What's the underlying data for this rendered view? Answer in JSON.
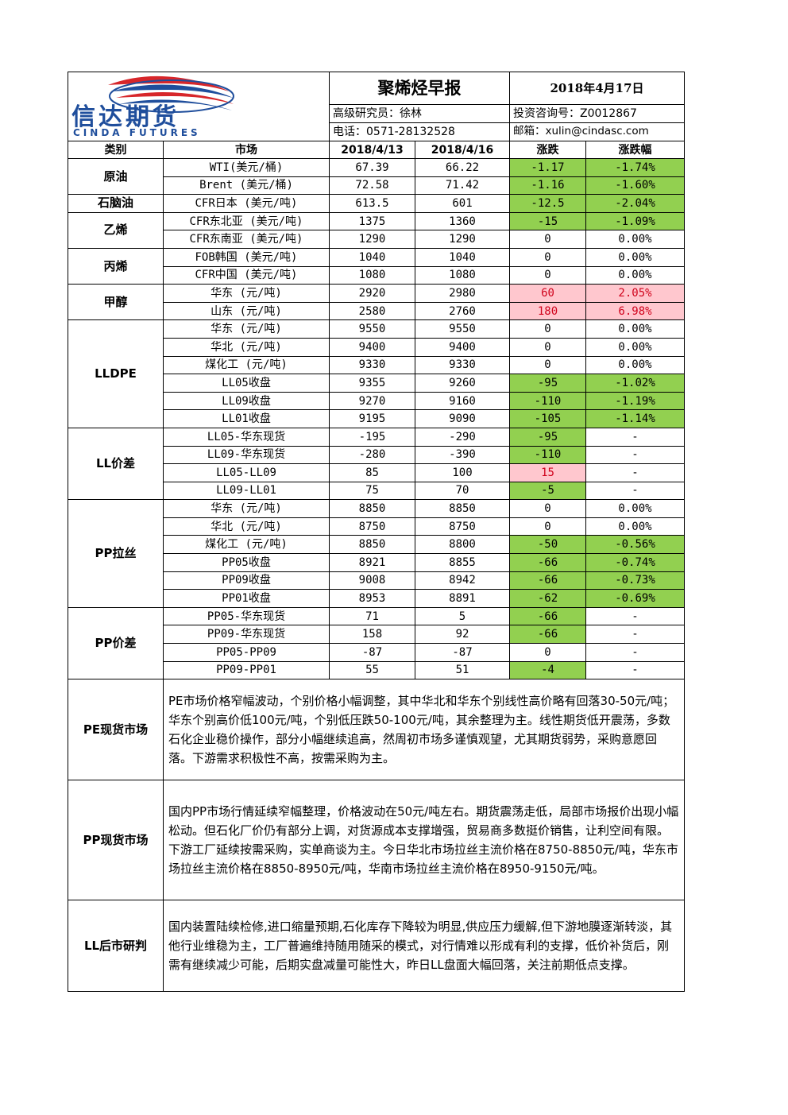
{
  "header": {
    "company_logo_cn": "信达期货",
    "company_logo_en": "CINDA FUTURES",
    "report_title": "聚烯烃早报",
    "report_date": "2018年4月17日",
    "analyst": "高级研究员：徐林",
    "license": "投资咨询号：Z0012867",
    "phone": "电话：0571-28132528",
    "email": "邮箱：xulin@cindasc.com"
  },
  "columns": {
    "category": "类别",
    "market": "市场",
    "date1": "2018/4/13",
    "date2": "2018/4/16",
    "change": "涨跌",
    "change_pct": "涨跌幅"
  },
  "rows": [
    {
      "market": "WTI(美元/桶)",
      "v1": "67.39",
      "v2": "66.22",
      "chg": "-1.17",
      "pct": "-1.74%",
      "chg_style": "green",
      "pct_style": "green"
    },
    {
      "market": "Brent (美元/桶)",
      "v1": "72.58",
      "v2": "71.42",
      "chg": "-1.16",
      "pct": "-1.60%",
      "chg_style": "green",
      "pct_style": "green"
    },
    {
      "market": "CFR日本 (美元/吨)",
      "v1": "613.5",
      "v2": "601",
      "chg": "-12.5",
      "pct": "-2.04%",
      "chg_style": "green",
      "pct_style": "green"
    },
    {
      "market": "CFR东北亚 (美元/吨)",
      "v1": "1375",
      "v2": "1360",
      "chg": "-15",
      "pct": "-1.09%",
      "chg_style": "green",
      "pct_style": "green"
    },
    {
      "market": "CFR东南亚 (美元/吨)",
      "v1": "1290",
      "v2": "1290",
      "chg": "0",
      "pct": "0.00%",
      "chg_style": "white",
      "pct_style": "white"
    },
    {
      "market": "FOB韩国 (美元/吨)",
      "v1": "1040",
      "v2": "1040",
      "chg": "0",
      "pct": "0.00%",
      "chg_style": "white",
      "pct_style": "white"
    },
    {
      "market": "CFR中国 (美元/吨)",
      "v1": "1080",
      "v2": "1080",
      "chg": "0",
      "pct": "0.00%",
      "chg_style": "white",
      "pct_style": "white"
    },
    {
      "market": "华东 (元/吨)",
      "v1": "2920",
      "v2": "2980",
      "chg": "60",
      "pct": "2.05%",
      "chg_style": "pink",
      "pct_style": "pink"
    },
    {
      "market": "山东 (元/吨)",
      "v1": "2580",
      "v2": "2760",
      "chg": "180",
      "pct": "6.98%",
      "chg_style": "pink",
      "pct_style": "pink"
    },
    {
      "market": "华东 (元/吨)",
      "v1": "9550",
      "v2": "9550",
      "chg": "0",
      "pct": "0.00%",
      "chg_style": "white",
      "pct_style": "white"
    },
    {
      "market": "华北 (元/吨)",
      "v1": "9400",
      "v2": "9400",
      "chg": "0",
      "pct": "0.00%",
      "chg_style": "white",
      "pct_style": "white"
    },
    {
      "market": "煤化工 (元/吨)",
      "v1": "9330",
      "v2": "9330",
      "chg": "0",
      "pct": "0.00%",
      "chg_style": "white",
      "pct_style": "white"
    },
    {
      "market": "LL05收盘",
      "v1": "9355",
      "v2": "9260",
      "chg": "-95",
      "pct": "-1.02%",
      "chg_style": "green",
      "pct_style": "green"
    },
    {
      "market": "LL09收盘",
      "v1": "9270",
      "v2": "9160",
      "chg": "-110",
      "pct": "-1.19%",
      "chg_style": "green",
      "pct_style": "green"
    },
    {
      "market": "LL01收盘",
      "v1": "9195",
      "v2": "9090",
      "chg": "-105",
      "pct": "-1.14%",
      "chg_style": "green",
      "pct_style": "green"
    },
    {
      "market": "LL05-华东现货",
      "v1": "-195",
      "v2": "-290",
      "chg": "-95",
      "pct": "-",
      "chg_style": "green",
      "pct_style": "white"
    },
    {
      "market": "LL09-华东现货",
      "v1": "-280",
      "v2": "-390",
      "chg": "-110",
      "pct": "-",
      "chg_style": "green",
      "pct_style": "white"
    },
    {
      "market": "LL05-LL09",
      "v1": "85",
      "v2": "100",
      "chg": "15",
      "pct": "-",
      "chg_style": "pink",
      "pct_style": "white"
    },
    {
      "market": "LL09-LL01",
      "v1": "75",
      "v2": "70",
      "chg": "-5",
      "pct": "-",
      "chg_style": "green",
      "pct_style": "white"
    },
    {
      "market": "华东 (元/吨)",
      "v1": "8850",
      "v2": "8850",
      "chg": "0",
      "pct": "0.00%",
      "chg_style": "white",
      "pct_style": "white"
    },
    {
      "market": "华北 (元/吨)",
      "v1": "8750",
      "v2": "8750",
      "chg": "0",
      "pct": "0.00%",
      "chg_style": "white",
      "pct_style": "white"
    },
    {
      "market": "煤化工 (元/吨)",
      "v1": "8850",
      "v2": "8800",
      "chg": "-50",
      "pct": "-0.56%",
      "chg_style": "green",
      "pct_style": "green"
    },
    {
      "market": "PP05收盘",
      "v1": "8921",
      "v2": "8855",
      "chg": "-66",
      "pct": "-0.74%",
      "chg_style": "green",
      "pct_style": "green"
    },
    {
      "market": "PP09收盘",
      "v1": "9008",
      "v2": "8942",
      "chg": "-66",
      "pct": "-0.73%",
      "chg_style": "green",
      "pct_style": "green"
    },
    {
      "market": "PP01收盘",
      "v1": "8953",
      "v2": "8891",
      "chg": "-62",
      "pct": "-0.69%",
      "chg_style": "green",
      "pct_style": "green"
    },
    {
      "market": "PP05-华东现货",
      "v1": "71",
      "v2": "5",
      "chg": "-66",
      "pct": "-",
      "chg_style": "green",
      "pct_style": "white"
    },
    {
      "market": "PP09-华东现货",
      "v1": "158",
      "v2": "92",
      "chg": "-66",
      "pct": "-",
      "chg_style": "green",
      "pct_style": "white"
    },
    {
      "market": "PP05-PP09",
      "v1": "-87",
      "v2": "-87",
      "chg": "0",
      "pct": "-",
      "chg_style": "white",
      "pct_style": "white"
    },
    {
      "market": "PP09-PP01",
      "v1": "55",
      "v2": "51",
      "chg": "-4",
      "pct": "-",
      "chg_style": "green",
      "pct_style": "white"
    }
  ],
  "categories": [
    {
      "label": "原油",
      "start": 0,
      "span": 2
    },
    {
      "label": "石脑油",
      "start": 2,
      "span": 1
    },
    {
      "label": "乙烯",
      "start": 3,
      "span": 2
    },
    {
      "label": "丙烯",
      "start": 5,
      "span": 2
    },
    {
      "label": "甲醇",
      "start": 7,
      "span": 2
    },
    {
      "label": "LLDPE",
      "start": 9,
      "span": 6
    },
    {
      "label": "LL价差",
      "start": 15,
      "span": 4
    },
    {
      "label": "PP拉丝",
      "start": 19,
      "span": 6
    },
    {
      "label": "PP价差",
      "start": 25,
      "span": 4
    }
  ],
  "commentary": [
    {
      "label": "PE现货市场",
      "text": "PE市场价格窄幅波动，个别价格小幅调整，其中华北和华东个别线性高价略有回落30-50元/吨；华东个别高价低100元/吨，个别低压跌50-100元/吨，其余整理为主。线性期货低开震荡，多数石化企业稳价操作，部分小幅继续追高，然周初市场多谨慎观望，尤其期货弱势，采购意愿回落。下游需求积极性不高，按需采购为主。"
    },
    {
      "label": "PP现货市场",
      "text": "国内PP市场行情延续窄幅整理，价格波动在50元/吨左右。期货震荡走低，局部市场报价出现小幅松动。但石化厂价仍有部分上调，对货源成本支撑增强，贸易商多数挺价销售，让利空间有限。下游工厂延续按需采购，实单商谈为主。今日华北市场拉丝主流价格在8750-8850元/吨，华东市场拉丝主流价格在8850-8950元/吨，华南市场拉丝主流价格在8950-9150元/吨。"
    },
    {
      "label": "LL后市研判",
      "text": "国内装置陆续检修,进口缩量预期,石化库存下降较为明显,供应压力缓解,但下游地膜逐渐转淡，其他行业维稳为主，工厂普遍维持随用随采的模式，对行情难以形成有利的支撑，低价补货后，刚需有继续减少可能，后期实盘减量可能性大，昨日LL盘面大幅回落，关注前期低点支撑。"
    }
  ],
  "colors": {
    "green": "#92d050",
    "pink": "#ffc7ce",
    "pink_text": "#d0021b",
    "logo_blue": "#1f4e9c",
    "logo_red": "#d7262a"
  }
}
